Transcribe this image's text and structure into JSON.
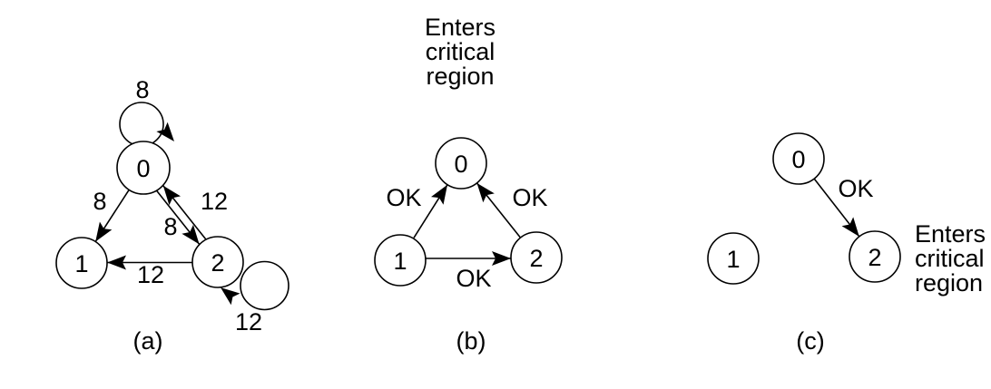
{
  "figure": {
    "colors": {
      "ink": "#000000",
      "background": "#ffffff"
    },
    "panels": {
      "a": {
        "caption": "(a)",
        "node0": "0",
        "node1": "1",
        "node2": "2",
        "loop0_label": "8",
        "edge_0_1_label": "8",
        "edge_0_2_label": "8",
        "edge_2_0_label": "12",
        "edge_2_1_label": "12",
        "loop2_label": "12"
      },
      "b": {
        "caption": "(b)",
        "annotation_line1": "Enters",
        "annotation_line2": "critical",
        "annotation_line3": "region",
        "node0": "0",
        "node1": "1",
        "node2": "2",
        "edge_1_0_label": "OK",
        "edge_2_0_label": "OK",
        "edge_1_2_label": "OK"
      },
      "c": {
        "caption": "(c)",
        "node0": "0",
        "node1": "1",
        "node2": "2",
        "edge_0_2_label": "OK",
        "annotation_line1": "Enters",
        "annotation_line2": "critical",
        "annotation_line3": "region"
      }
    }
  }
}
